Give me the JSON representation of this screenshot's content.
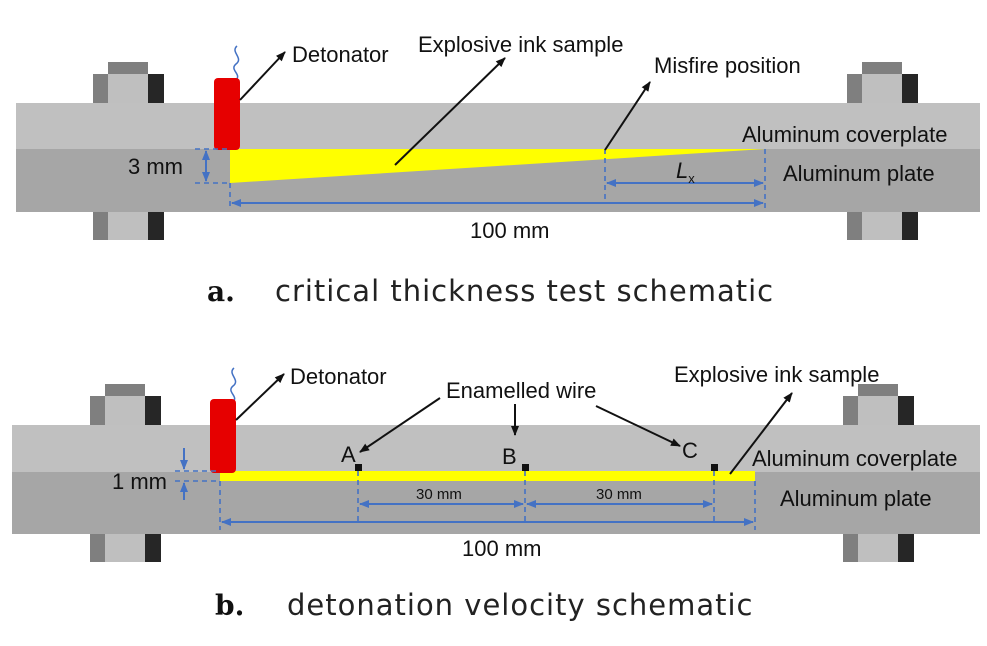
{
  "colors": {
    "coverplate": "#c0c0c0",
    "plate": "#a6a6a6",
    "bolt_light": "#bfbfbf",
    "bolt_mid": "#7f7f7f",
    "bolt_dark": "#262626",
    "detonator": "#e60000",
    "explosive": "#ffff00",
    "dimension": "#4472c4"
  },
  "panel_a": {
    "caption_letter": "a.",
    "caption_text": "critical thickness test schematic",
    "labels": {
      "detonator": "Detonator",
      "explosive": "Explosive ink sample",
      "misfire": "Misfire position",
      "coverplate": "Aluminum coverplate",
      "plate": "Aluminum plate",
      "thickness": "3 mm",
      "length": "100 mm",
      "lx_main": "L",
      "lx_sub": "x"
    }
  },
  "panel_b": {
    "caption_letter": "b.",
    "caption_text": "detonation velocity schematic",
    "labels": {
      "detonator": "Detonator",
      "wire": "Enamelled wire",
      "explosive": "Explosive ink sample",
      "coverplate": "Aluminum coverplate",
      "plate": "Aluminum plate",
      "thickness": "1 mm",
      "length": "100 mm",
      "gap1": "30 mm",
      "gap2": "30 mm",
      "point_a": "A",
      "point_b": "B",
      "point_c": "C"
    }
  }
}
